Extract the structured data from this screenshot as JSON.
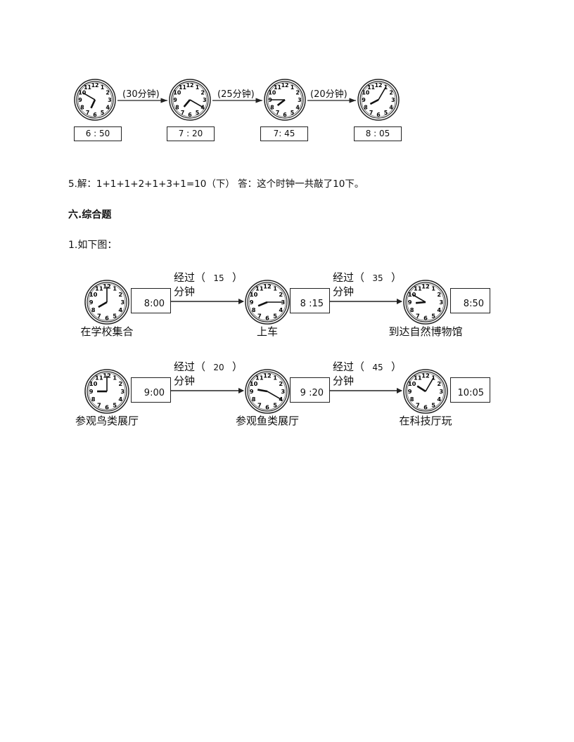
{
  "top_sequence": {
    "times": [
      "6 : 50",
      "7 : 20",
      "7: 45",
      "8 : 05"
    ],
    "clock_times": [
      [
        6,
        50
      ],
      [
        7,
        20
      ],
      [
        7,
        45
      ],
      [
        8,
        5
      ]
    ],
    "intervals": [
      "(30分钟)",
      "(25分钟)",
      "(20分钟)"
    ]
  },
  "answer5": "5.解：1+1+1+2+1+3+1=10（下）  答：这个时钟一共敲了10下。",
  "section_title": "六.综合题",
  "q1_label": "1.如下图：",
  "rows": [
    {
      "stops": [
        {
          "time": "8:00",
          "clock": [
            8,
            0
          ],
          "label": "在学校集合"
        },
        {
          "time": "8 :15",
          "clock": [
            8,
            15
          ],
          "label": "上车"
        },
        {
          "time": "8:50",
          "clock": [
            8,
            50
          ],
          "label": "到达自然博物馆"
        }
      ],
      "gaps": [
        {
          "prefix": "经过（",
          "value": "15",
          "suffix": "）",
          "unit": "分钟"
        },
        {
          "prefix": "经过（",
          "value": "35",
          "suffix": "）",
          "unit": "分钟"
        }
      ]
    },
    {
      "stops": [
        {
          "time": "9:00",
          "clock": [
            9,
            0
          ],
          "label": "参观鸟类展厅"
        },
        {
          "time": "9 :20",
          "clock": [
            9,
            20
          ],
          "label": "参观鱼类展厅"
        },
        {
          "time": "10:05",
          "clock": [
            10,
            5
          ],
          "label": "在科技厅玩"
        }
      ],
      "gaps": [
        {
          "prefix": "经过（",
          "value": "20",
          "suffix": "）",
          "unit": "分钟"
        },
        {
          "prefix": "经过（",
          "value": "45",
          "suffix": "）",
          "unit": "分钟"
        }
      ]
    }
  ]
}
